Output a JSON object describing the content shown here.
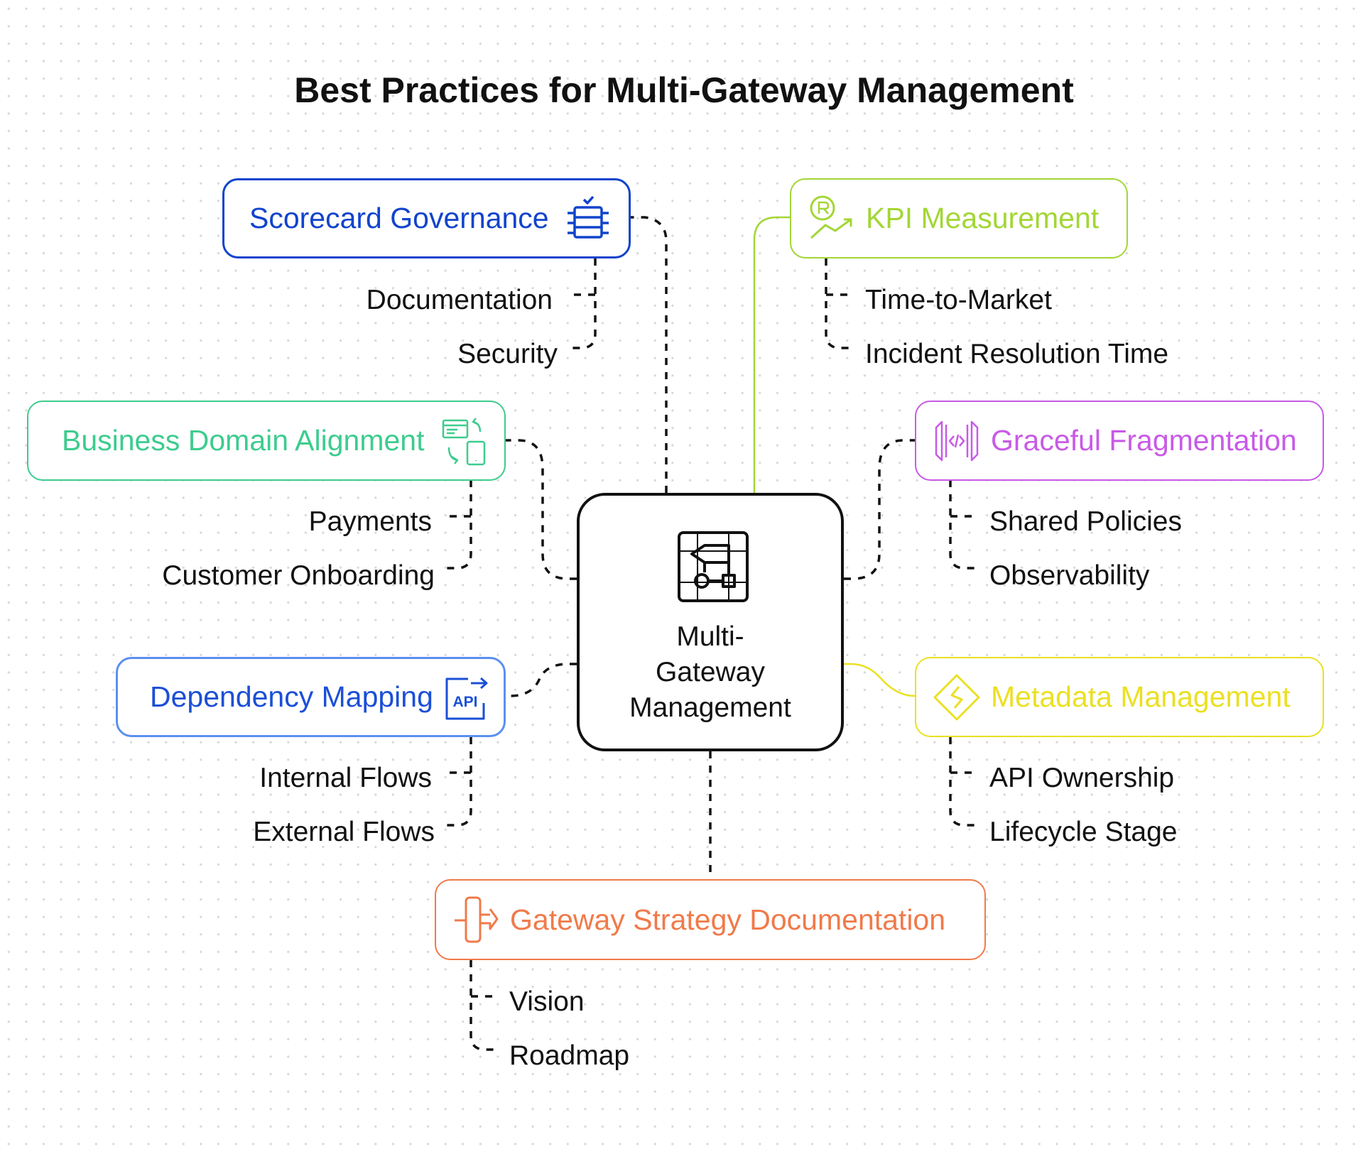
{
  "title": "Best Practices for Multi-Gateway Management",
  "center": {
    "label": "Multi-\nGateway\nManagement",
    "icon": "circuit-board-icon"
  },
  "branches": [
    {
      "id": "scorecard",
      "label": "Scorecard Governance",
      "color": "#1144cc",
      "icon": "checklist-icon",
      "children": [
        "Documentation",
        "Security"
      ]
    },
    {
      "id": "business",
      "label": "Business Domain Alignment",
      "color": "#3dcc8e",
      "icon": "device-sync-icon",
      "children": [
        "Payments",
        "Customer Onboarding"
      ]
    },
    {
      "id": "dependency",
      "label": "Dependency Mapping",
      "color": "#1b4fd6",
      "icon": "api-icon",
      "children": [
        "Internal Flows",
        "External Flows"
      ]
    },
    {
      "id": "kpi",
      "label": "KPI Measurement",
      "color": "#a3d635",
      "icon": "growth-chart-icon",
      "children": [
        "Time-to-Market",
        "Incident Resolution Time"
      ]
    },
    {
      "id": "graceful",
      "label": "Graceful Fragmentation",
      "color": "#c85ae6",
      "icon": "code-fragment-icon",
      "children": [
        "Shared Policies",
        "Observability"
      ]
    },
    {
      "id": "metadata",
      "label": "Metadata Management",
      "color": "#ebe022",
      "icon": "diamond-link-icon",
      "children": [
        "API Ownership",
        "Lifecycle Stage"
      ]
    },
    {
      "id": "gateway",
      "label": "Gateway Strategy Documentation",
      "color": "#f07a4a",
      "icon": "gateway-route-icon",
      "children": [
        "Vision",
        "Roadmap"
      ]
    }
  ]
}
